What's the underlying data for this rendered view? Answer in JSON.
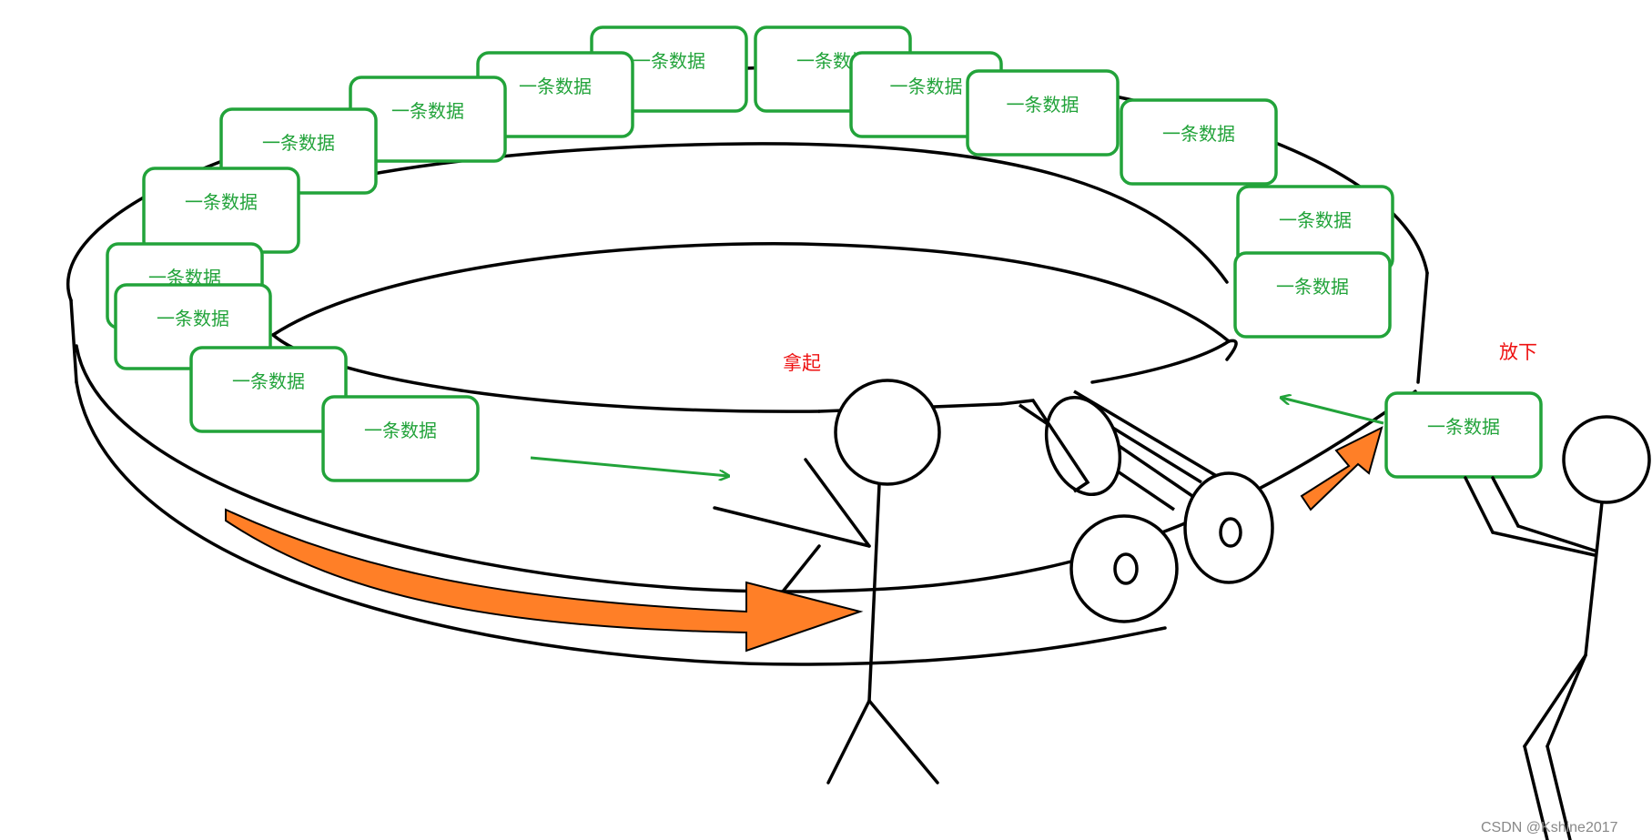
{
  "record_label": "一条数据",
  "pick_up_label": "拿起",
  "put_down_label": "放下",
  "watermark": "CSDN @Kshine2017",
  "colors": {
    "record_border": "#22a33a",
    "record_text": "#22a33a",
    "flow_arrow": "#ff7f27",
    "action_label": "#ee1111",
    "stroke": "#000000"
  },
  "icons": [
    "stick-figure-icon",
    "roller-icon",
    "rotation-arrow-icon"
  ]
}
